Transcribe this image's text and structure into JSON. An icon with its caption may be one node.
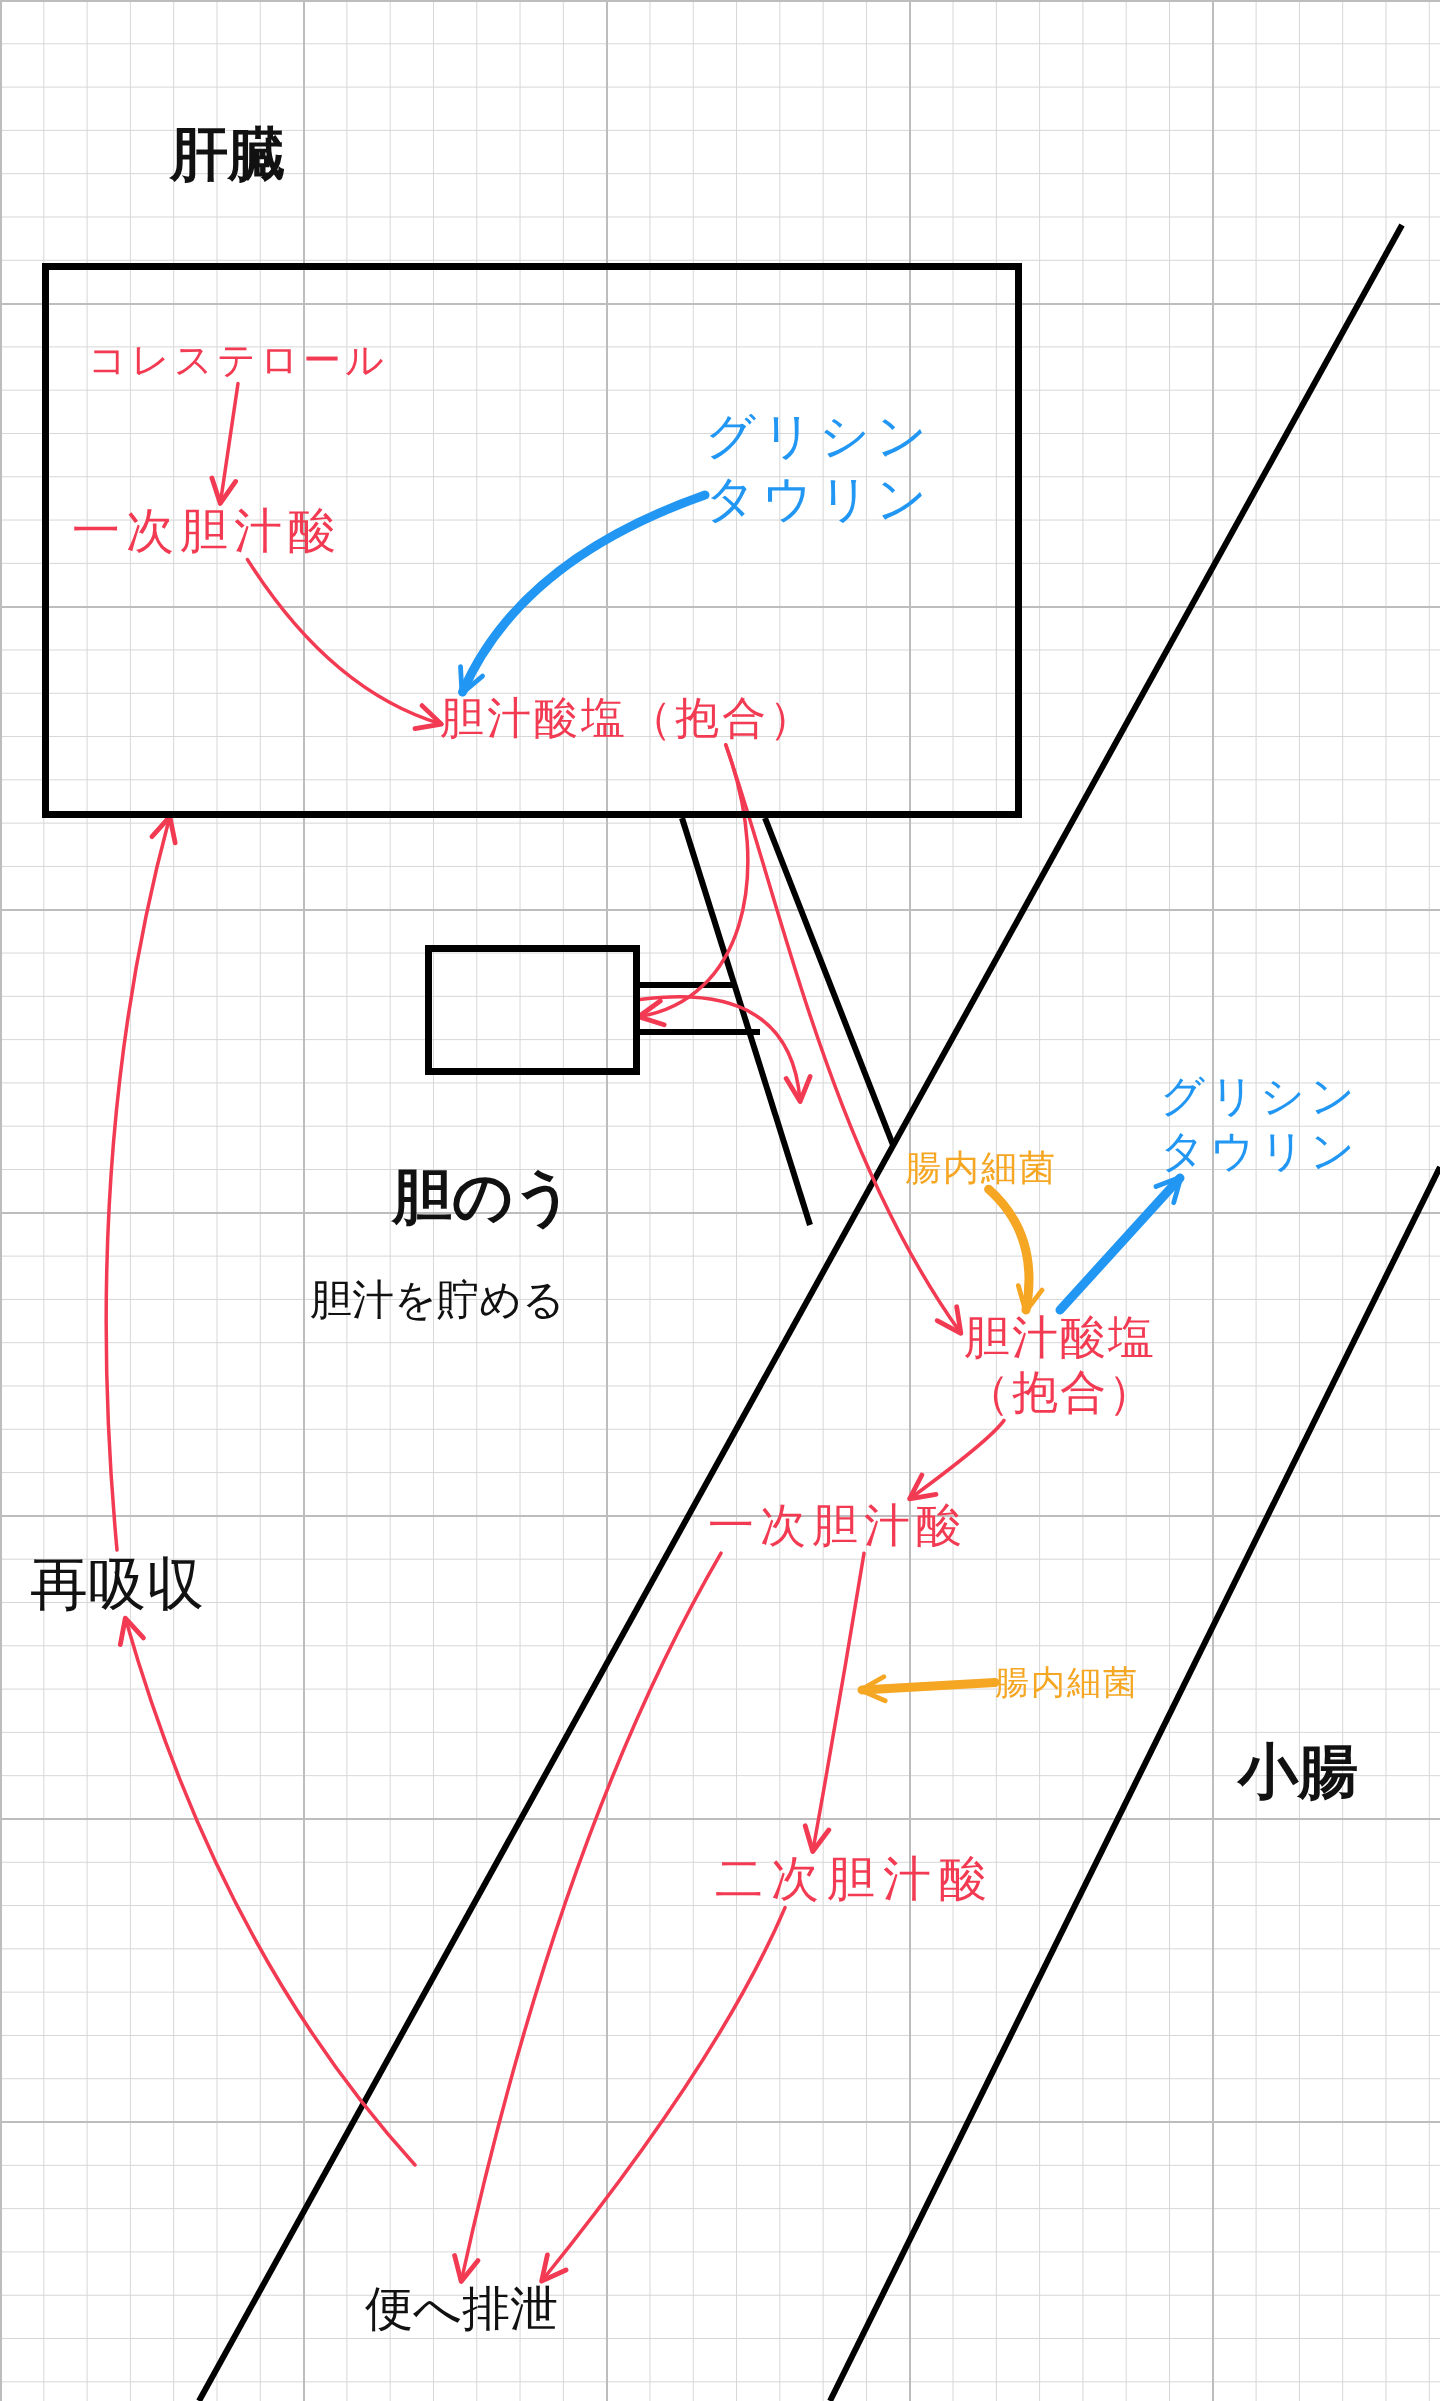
{
  "diagram": {
    "nodes": [
      {
        "text": [
          "肝臓"
        ]
      },
      {
        "text": [
          "コレステロール"
        ],
        "in": 0
      },
      {
        "text": [
          "一次胆汁酸"
        ],
        "in": 0
      },
      {
        "text": [
          "グリシン",
          "タウリン"
        ],
        "in": 0
      },
      {
        "text": [
          "胆汁酸塩（抱合）"
        ],
        "in": 0
      },
      {
        "text": [],
        "shape": "box"
      },
      {
        "text": [
          "腸内細菌"
        ]
      },
      {
        "text": [
          "グリシン",
          "タウリン"
        ]
      },
      {
        "text": [
          "胆汁酸塩（抱合）"
        ]
      },
      {
        "text": [
          "一次胆汁酸"
        ]
      },
      {
        "text": [
          "腸内細菌"
        ]
      },
      {
        "text": [
          "二次胆汁酸"
        ]
      },
      {
        "text": [
          "便へ排泄"
        ]
      },
      {
        "text": [
          "再吸収"
        ]
      }
    ],
    "edges": [
      {
        "from": 1,
        "to": 2,
        "arrow": "to"
      },
      {
        "from": 2,
        "to": 4,
        "arrow": "to"
      },
      {
        "from": 3,
        "to": 4,
        "arrow": "to",
        "style": "thick",
        "color": "#2196f3"
      },
      {
        "from": 4,
        "to": 5,
        "arrow": "to"
      },
      {
        "from": 4,
        "to": 8,
        "arrow": "to"
      },
      {
        "from": 5,
        "to": null,
        "arrow": "to"
      },
      {
        "from": 6,
        "to": 8,
        "arrow": "to",
        "style": "thick",
        "color": "#f5a623"
      },
      {
        "from": 8,
        "to": 7,
        "arrow": "to",
        "style": "thick",
        "color": "#2196f3"
      },
      {
        "from": 8,
        "to": 9,
        "arrow": "to"
      },
      {
        "from": 9,
        "to": 11,
        "arrow": "to"
      },
      {
        "from": 10,
        "to": null,
        "arrow": "to",
        "style": "thick",
        "color": "#f5a623"
      },
      {
        "from": 9,
        "to": 12,
        "arrow": "to"
      },
      {
        "from": 11,
        "to": 12,
        "arrow": "to"
      },
      {
        "from": null,
        "to": 13,
        "arrow": "to"
      },
      {
        "from": 13,
        "to": 0,
        "arrow": "to"
      }
    ],
    "labels": [
      "胆のう",
      "胆汁を貯める",
      "小腸"
    ]
  }
}
